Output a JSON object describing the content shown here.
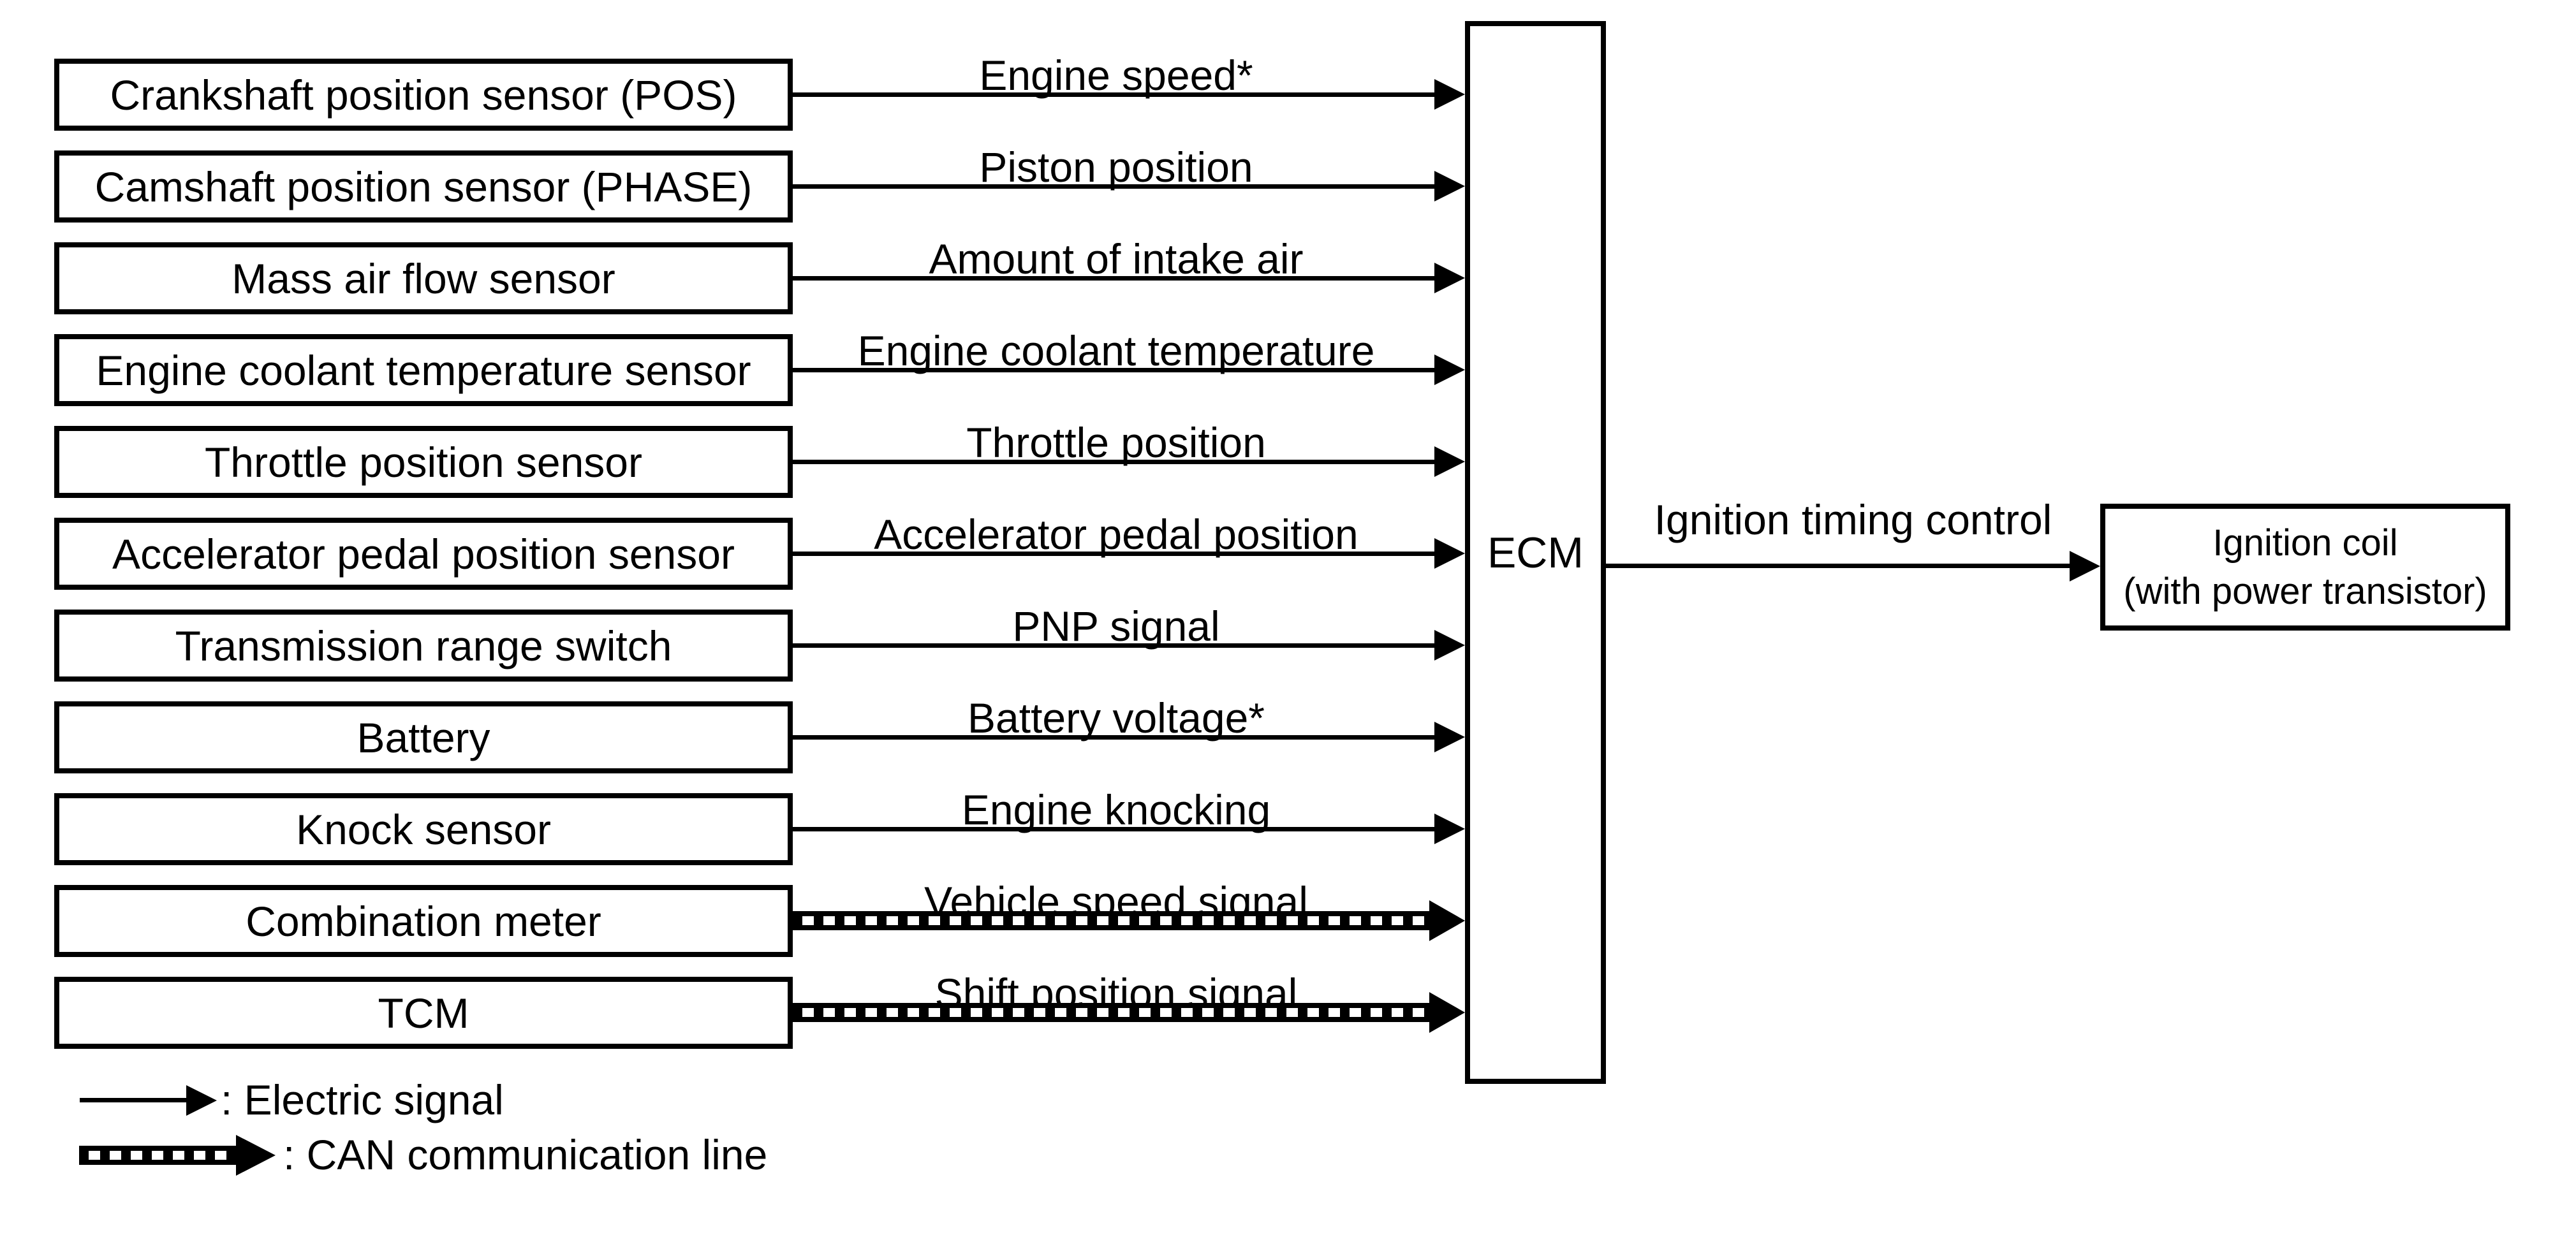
{
  "diagram": {
    "ecm_label": "ECM",
    "rows": [
      {
        "source": "Crankshaft position sensor (POS)",
        "signal": "Engine speed*",
        "line_type": "electric"
      },
      {
        "source": "Camshaft position sensor (PHASE)",
        "signal": "Piston position",
        "line_type": "electric"
      },
      {
        "source": "Mass air flow sensor",
        "signal": "Amount of intake air",
        "line_type": "electric"
      },
      {
        "source": "Engine coolant temperature sensor",
        "signal": "Engine coolant temperature",
        "line_type": "electric"
      },
      {
        "source": "Throttle position sensor",
        "signal": "Throttle position",
        "line_type": "electric"
      },
      {
        "source": "Accelerator pedal position sensor",
        "signal": "Accelerator pedal position",
        "line_type": "electric"
      },
      {
        "source": "Transmission range switch",
        "signal": "PNP signal",
        "line_type": "electric"
      },
      {
        "source": "Battery",
        "signal": "Battery voltage*",
        "line_type": "electric"
      },
      {
        "source": "Knock sensor",
        "signal": "Engine knocking",
        "line_type": "electric"
      },
      {
        "source": "Combination meter",
        "signal": "Vehicle speed signal",
        "line_type": "can"
      },
      {
        "source": "TCM",
        "signal": "Shift position signal",
        "line_type": "can"
      }
    ],
    "output": {
      "signal": "Ignition timing control",
      "target_line1": "Ignition coil",
      "target_line2": "(with power transistor)",
      "line_type": "electric"
    },
    "legend": [
      {
        "type": "electric",
        "label": ": Electric signal"
      },
      {
        "type": "can",
        "label": ": CAN communication line"
      }
    ],
    "colors": {
      "line": "#000000",
      "text": "#000000",
      "background": "#ffffff"
    }
  }
}
